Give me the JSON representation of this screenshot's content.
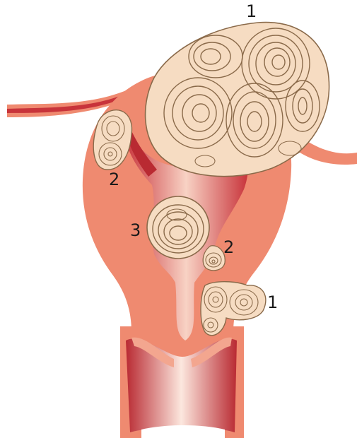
{
  "colors": {
    "tissue": "#ef8a70",
    "tissue_dark": "#d9503f",
    "cavity": "#c8333a",
    "cavity_light": "#f3b6a4",
    "fibroid_fill": "#f6dcc2",
    "fibroid_line": "#8a6a4a",
    "highlight": "#fbe7dc"
  },
  "labels": {
    "subserosal_top": "1",
    "intramural_left": "2",
    "submucosal": "3",
    "intramural_right": "2",
    "subserosal_right": "1"
  }
}
